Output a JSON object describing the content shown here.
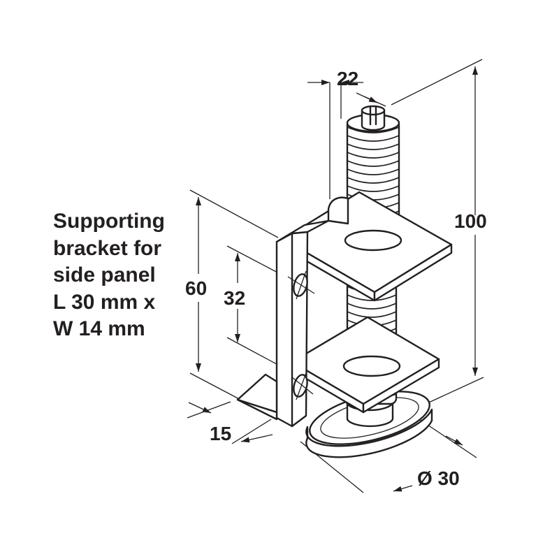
{
  "description": {
    "lines": [
      "Supporting",
      "bracket for",
      "side panel",
      "L 30 mm x",
      "W 14 mm"
    ]
  },
  "dimensions": {
    "pin_width": "22",
    "total_height": "100",
    "bracket_height": "60",
    "hole_spacing": "32",
    "bracket_depth": "15",
    "foot_diameter": "Ø 30"
  },
  "colors": {
    "line": "#231f20",
    "fill": "#ffffff"
  }
}
